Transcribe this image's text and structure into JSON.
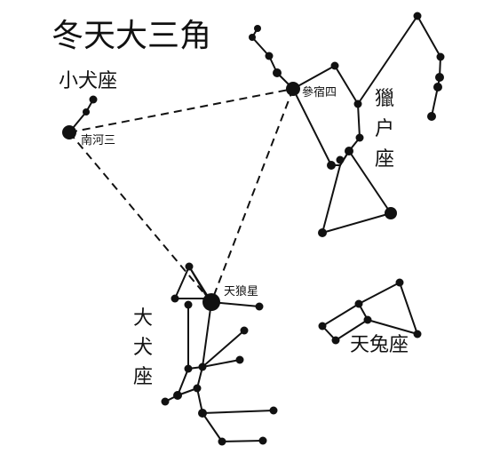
{
  "title": "冬天大三角",
  "constellations": {
    "canis_minor": "小犬座",
    "orion": "獵户座",
    "canis_major": "大犬座",
    "lepus": "天兔座"
  },
  "stars": {
    "betelgeuse": "參宿四",
    "procyon": "南河三",
    "sirius": "天狼星"
  }
}
